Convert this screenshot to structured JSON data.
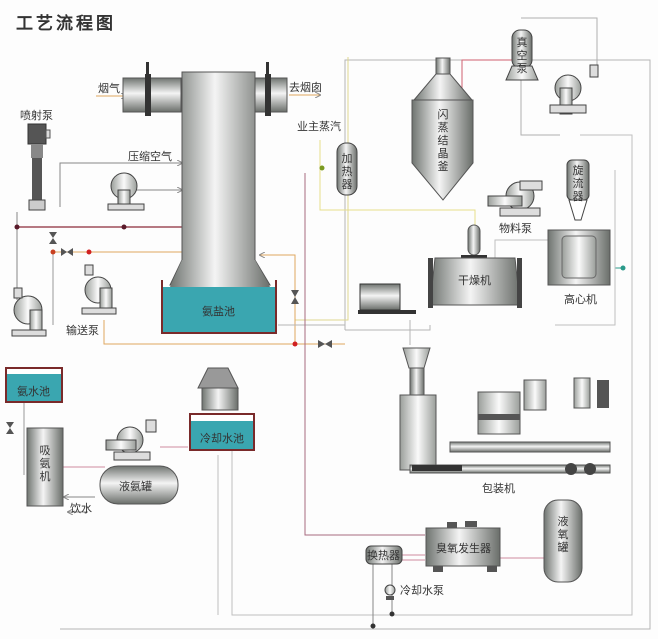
{
  "title": "工艺流程图",
  "colors": {
    "water": "#3aa6b0",
    "tank_border": "#7a2a2a",
    "pipe_red": "#8b2b3a",
    "pipe_orange": "#e0a860",
    "pipe_yellow": "#e8e08a",
    "pipe_grey": "#aaaaaa",
    "pipe_pink": "#d88aa0",
    "node_red": "#d02020"
  },
  "labels": {
    "flue_gas": "烟气",
    "to_chimney": "去烟囱",
    "jet_pump": "喷射泵",
    "compressed_air": "压缩空气",
    "owner_steam": "业主蒸汽",
    "heater": "加热器",
    "flash_crystallizer": "闪蒸结晶釜",
    "vacuum_pump": "真空泵",
    "cyclone": "旋流器",
    "material_pump": "物料泵",
    "dryer": "干燥机",
    "centrifuge": "高心机",
    "ammonium_salt_pool": "氨盐池",
    "transfer_pump": "输送泵",
    "ammonia_water_pool": "氨水池",
    "ammonia_absorber": "吸氨机",
    "liquid_ammonia_tank": "液氨罐",
    "drinking_water": "饮水",
    "cooling_water_pool": "冷却水池",
    "packaging_machine": "包装机",
    "ozone_generator": "臭氧发生器",
    "heat_exchanger": "换热器",
    "cooling_water_pump": "冷却水泵",
    "liquid_oxygen_tank": "液氧罐"
  }
}
